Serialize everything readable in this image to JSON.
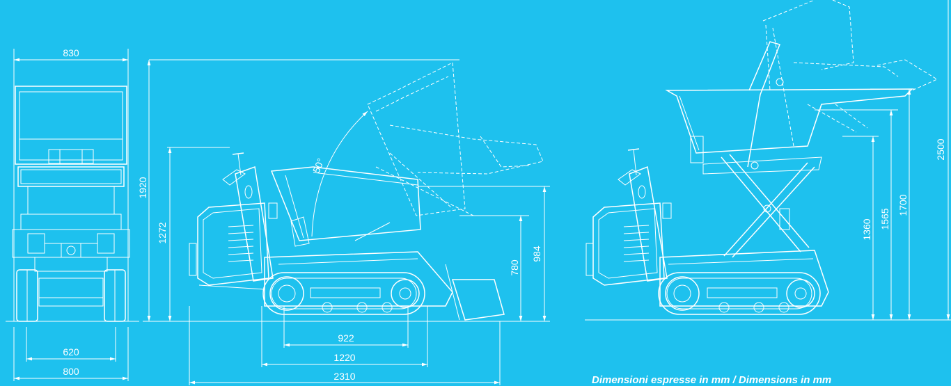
{
  "colors": {
    "background": "#1ec1ee",
    "line": "#ffffff"
  },
  "front_view": {
    "dims": {
      "width_top": "830",
      "track_width": "620",
      "overall_width": "800"
    }
  },
  "side_view": {
    "dims": {
      "height_max": "1920",
      "height_seat": "1272",
      "angle": "50°",
      "height_bucket_tip": "780",
      "height_bucket_top": "984",
      "wheelbase": "922",
      "track_length": "1220",
      "overall_length": "2310"
    }
  },
  "lift_view": {
    "dims": {
      "h1360": "1360",
      "h1565": "1565",
      "h1700": "1700",
      "h2500": "2500"
    }
  },
  "note": "Dimensioni espresse in mm / Dimensions in mm"
}
